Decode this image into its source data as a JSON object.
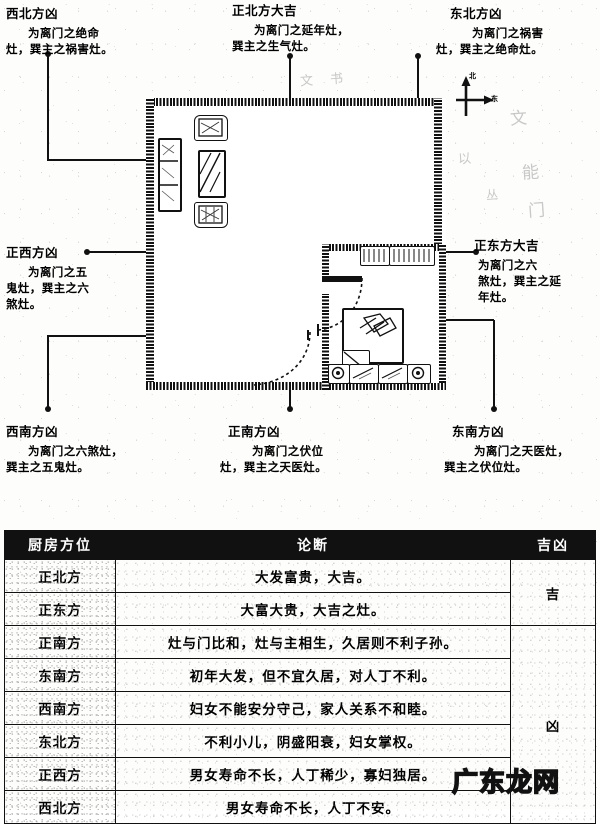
{
  "page": {
    "watermark": "广东龙网"
  },
  "compass": {
    "north_label": "北",
    "east_label": "东"
  },
  "directions": [
    {
      "id": "northwest",
      "title": "西北方凶",
      "body": "为离门之绝命\n灶，巽主之祸害灶。"
    },
    {
      "id": "north",
      "title": "正北方大吉",
      "body": "为离门之延年灶，\n巽主之生气灶。"
    },
    {
      "id": "northeast",
      "title": "东北方凶",
      "body": "为离门之祸害\n灶，巽主之绝命灶。"
    },
    {
      "id": "west",
      "title": "正西方凶",
      "body": "为离门之五\n鬼灶，巽主之六\n煞灶。"
    },
    {
      "id": "east",
      "title": "正东方大吉",
      "body": "为离门之六\n煞灶，巽主之延\n年灶。"
    },
    {
      "id": "southwest",
      "title": "西南方凶",
      "body": "为离门之六煞灶，\n巽主之五鬼灶。"
    },
    {
      "id": "south",
      "title": "正南方凶",
      "body": "为离门之伏位\n灶，巽主之天医灶。"
    },
    {
      "id": "southeast",
      "title": "东南方凶",
      "body": "为离门之天医灶，\n巽主之伏位灶。"
    }
  ],
  "table": {
    "headers": {
      "direction": "厨房方位",
      "verdict": "论断",
      "luck": "吉凶"
    },
    "rows": [
      {
        "direction": "正北方",
        "verdict": "大发富贵，大吉。"
      },
      {
        "direction": "正东方",
        "verdict": "大富大贵，大吉之灶。"
      },
      {
        "direction": "正南方",
        "verdict": "灶与门比和，灶与主相生，久居则不利子孙。"
      },
      {
        "direction": "东南方",
        "verdict": "初年大发，但不宜久居，对人丁不利。"
      },
      {
        "direction": "西南方",
        "verdict": "妇女不能安分守己，家人关系不和睦。"
      },
      {
        "direction": "东北方",
        "verdict": "不利小儿，阴盛阳衰，妇女掌权。"
      },
      {
        "direction": "正西方",
        "verdict": "男女寿命不长，人丁稀少，寡妇独居。"
      },
      {
        "direction": "西北方",
        "verdict": "男女寿命不长，人丁不安。"
      }
    ],
    "luck_groups": [
      {
        "label": "吉",
        "span": 2
      },
      {
        "label": "凶",
        "span": 6
      }
    ]
  }
}
